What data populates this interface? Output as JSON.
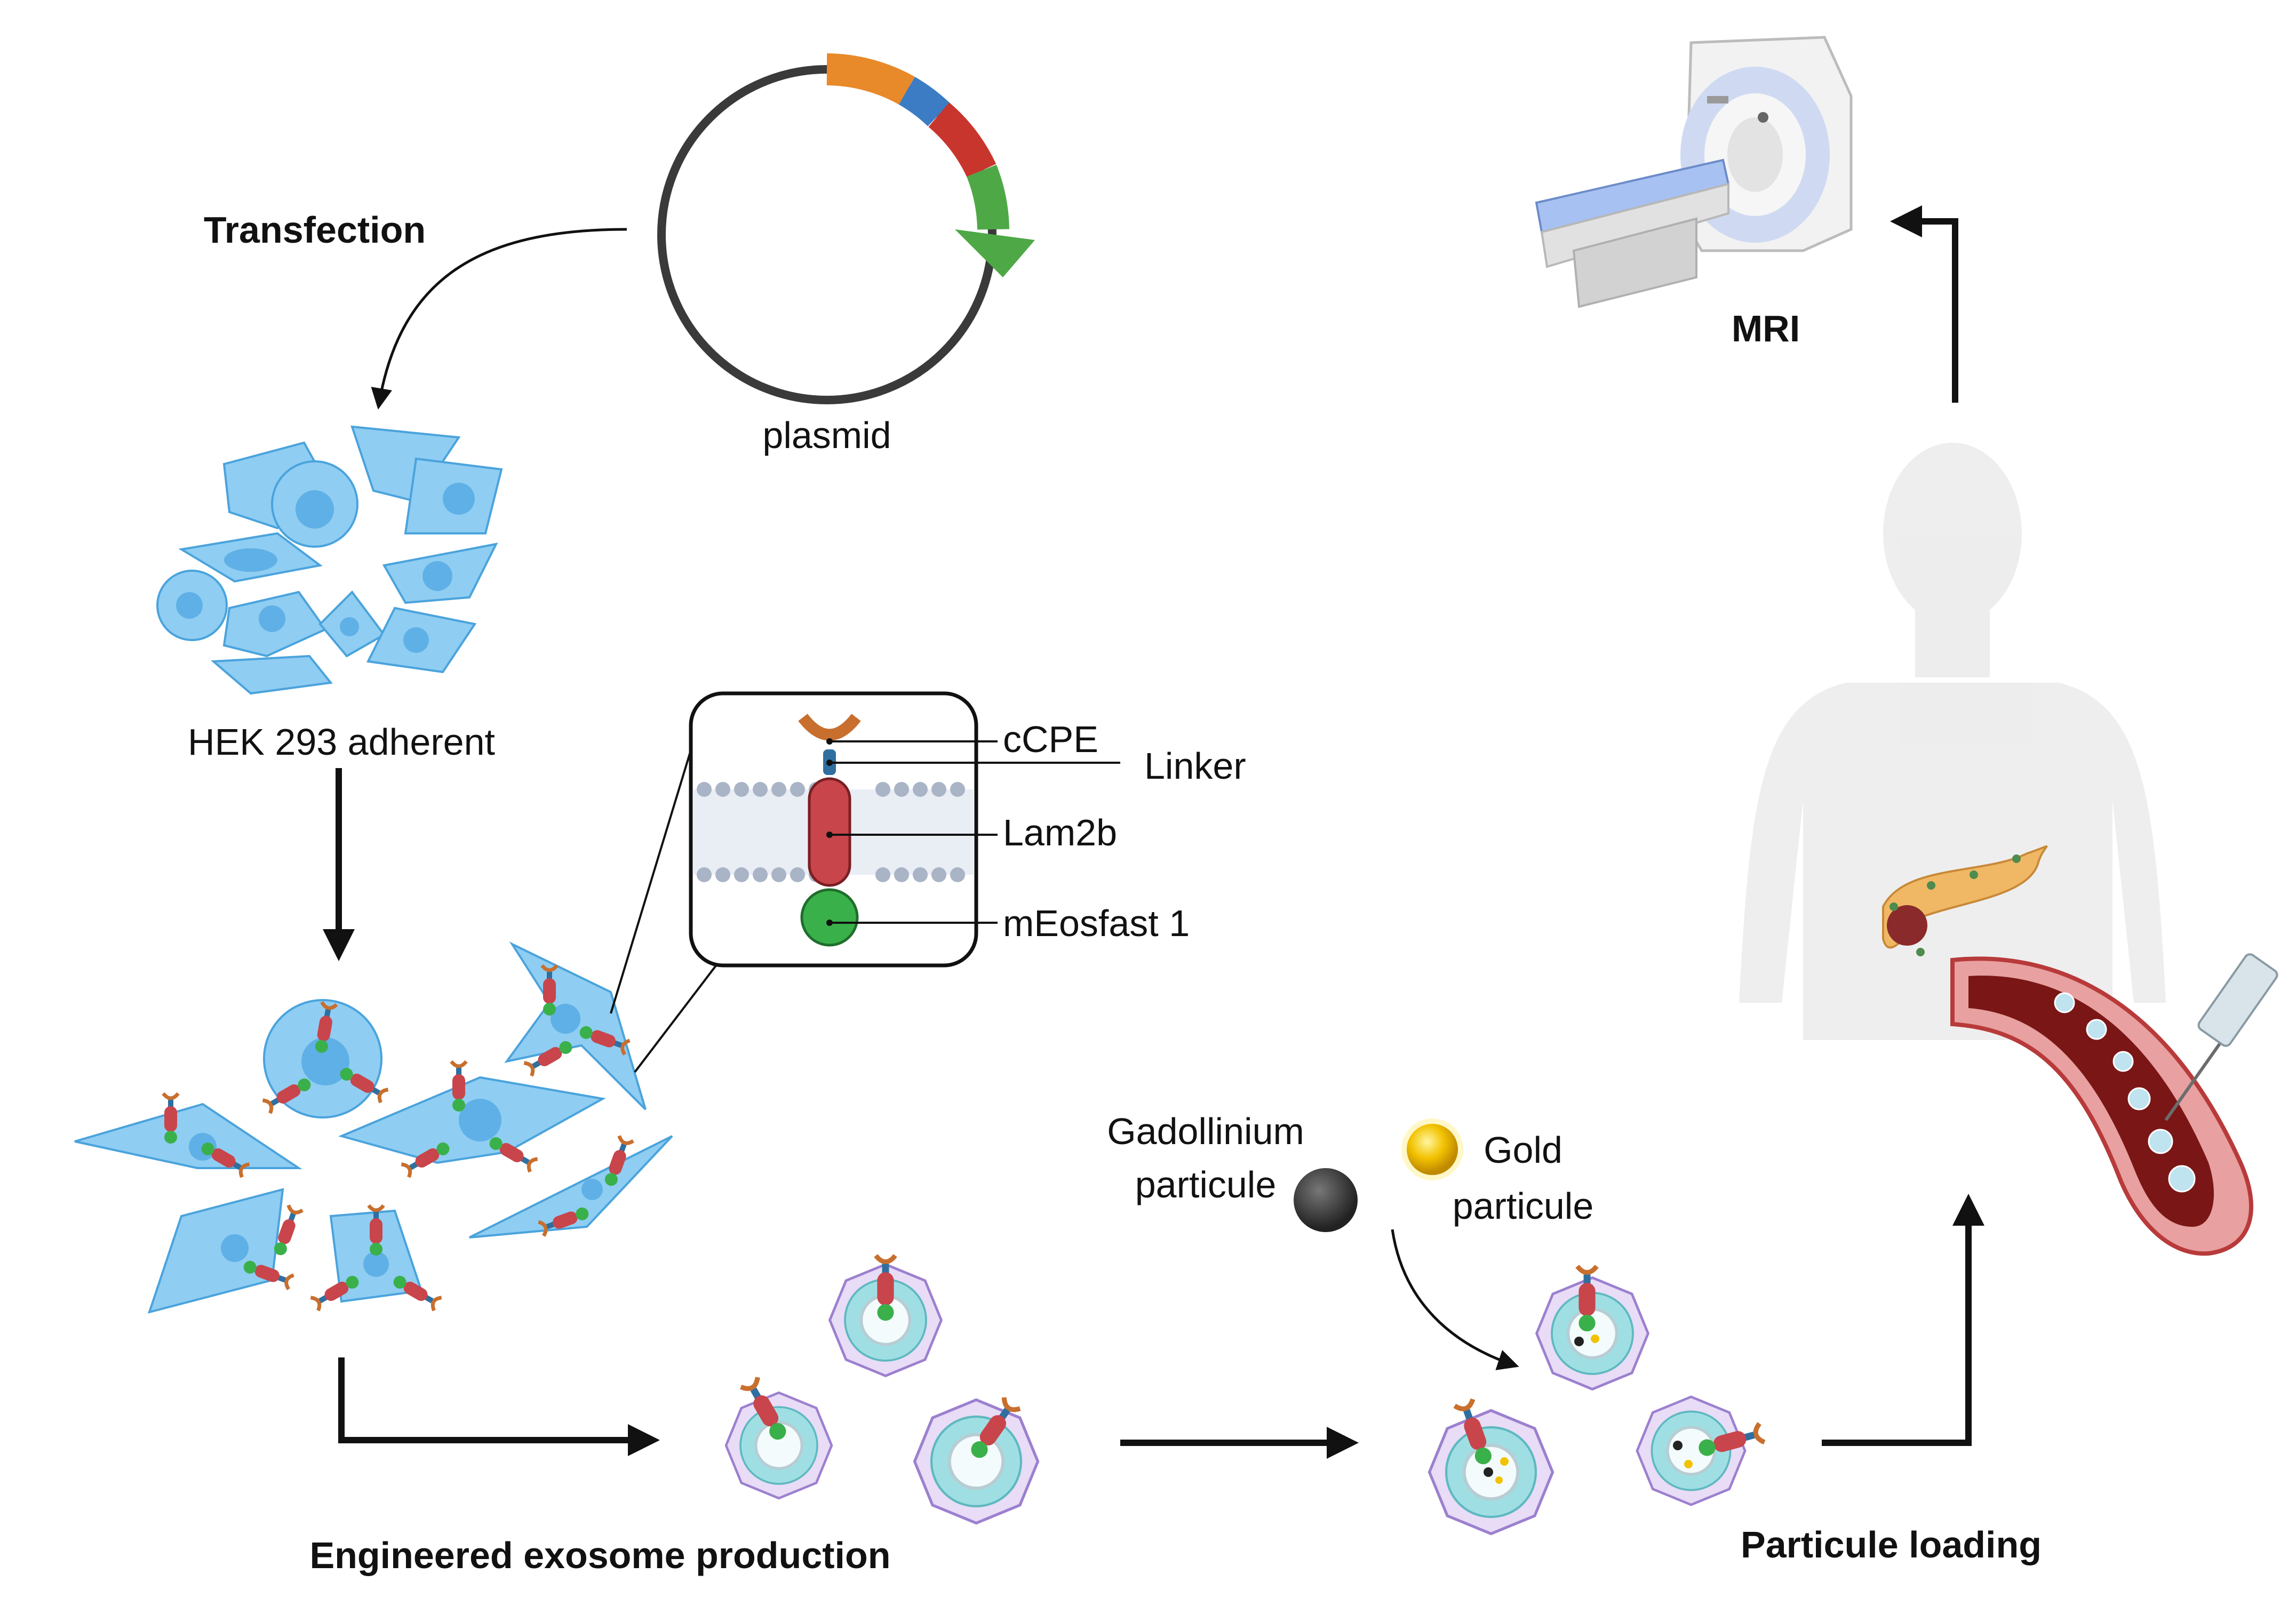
{
  "labels": {
    "transfection": "Transfection",
    "plasmid": "plasmid",
    "hek": "HEK 293 adherent",
    "ccpe": "cCPE",
    "linker": "Linker",
    "lam2b": "Lam2b",
    "meosfast": "mEosfast 1",
    "gadolinium_line1": "Gadollinium",
    "gadolinium_line2": "particule",
    "gold_line1": "Gold",
    "gold_line2": "particule",
    "exosome_production": "Engineered exosome production",
    "particle_loading": "Particule loading",
    "mri": "MRI"
  },
  "colors": {
    "cell_fill": "#8fcdf2",
    "cell_stroke": "#4aa3dc",
    "membrane_head": "#a9b4c6",
    "lam2b": "#c8454b",
    "meosfast": "#3ab04a",
    "ccpe": "#c86f2e",
    "linker": "#2f6fa0",
    "plasmid_orange": "#e8892a",
    "plasmid_blue": "#3b7cc4",
    "plasmid_red": "#c8352d",
    "plasmid_green": "#4ea846",
    "gadolinium": "#3a3a3a",
    "gold": "#f2c200",
    "exosome_outer": "#c9b3e6",
    "exosome_inner": "#7fd3d8",
    "vessel": "#b83a3a"
  }
}
